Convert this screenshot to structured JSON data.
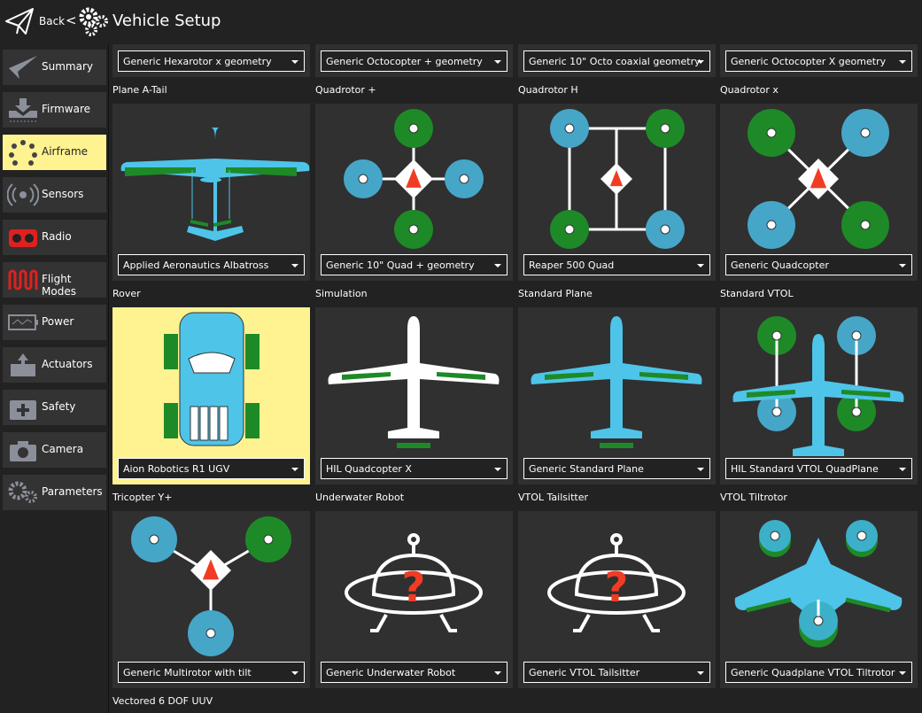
{
  "header": {
    "back_label": "Back",
    "separator": "<",
    "title": "Vehicle Setup"
  },
  "sidebar": {
    "items": [
      {
        "label": "Summary",
        "icon": "paper-plane-icon"
      },
      {
        "label": "Firmware",
        "icon": "download-icon"
      },
      {
        "label": "Airframe",
        "icon": "airframe-icon",
        "selected": true
      },
      {
        "label": "Sensors",
        "icon": "sensors-icon"
      },
      {
        "label": "Radio",
        "icon": "radio-icon"
      },
      {
        "label": "Flight Modes",
        "icon": "flight-modes-icon"
      },
      {
        "label": "Power",
        "icon": "battery-icon"
      },
      {
        "label": "Actuators",
        "icon": "actuators-icon"
      },
      {
        "label": "Safety",
        "icon": "safety-icon"
      },
      {
        "label": "Camera",
        "icon": "camera-icon"
      },
      {
        "label": "Parameters",
        "icon": "gears-icon"
      }
    ]
  },
  "airframes": [
    {
      "name": "",
      "selection": "Generic Hexarotor x geometry",
      "type": "none"
    },
    {
      "name": "",
      "selection": "Generic Octocopter + geometry",
      "type": "none"
    },
    {
      "name": "",
      "selection": "Generic 10\" Octo coaxial geometry",
      "type": "none"
    },
    {
      "name": "",
      "selection": "Generic Octocopter X geometry",
      "type": "none"
    },
    {
      "name": "Plane A-Tail",
      "selection": "Applied Aeronautics Albatross",
      "type": "atail"
    },
    {
      "name": "Quadrotor +",
      "selection": "Generic 10\" Quad + geometry",
      "type": "quadplus"
    },
    {
      "name": "Quadrotor H",
      "selection": "Reaper 500 Quad",
      "type": "quadh"
    },
    {
      "name": "Quadrotor x",
      "selection": "Generic Quadcopter",
      "type": "quadx"
    },
    {
      "name": "Rover",
      "selection": "Aion Robotics R1 UGV",
      "type": "rover",
      "selected": true
    },
    {
      "name": "Simulation",
      "selection": "HIL Quadcopter X",
      "type": "planewhite"
    },
    {
      "name": "Standard Plane",
      "selection": "Generic Standard Plane",
      "type": "plane"
    },
    {
      "name": "Standard VTOL",
      "selection": "HIL Standard VTOL QuadPlane",
      "type": "vtol"
    },
    {
      "name": "Tricopter Y+",
      "selection": "Generic Multirotor with tilt",
      "type": "tri"
    },
    {
      "name": "Underwater Robot",
      "selection": "Generic Underwater Robot",
      "type": "ufo"
    },
    {
      "name": "VTOL Tailsitter",
      "selection": "Generic VTOL Tailsitter",
      "type": "ufo"
    },
    {
      "name": "VTOL Tiltrotor",
      "selection": "Generic Quadplane VTOL Tiltrotor",
      "type": "tilt"
    },
    {
      "name": "Vectored 6 DOF UUV",
      "selection": "",
      "type": "none"
    }
  ],
  "colors": {
    "blue": "#46a6c8",
    "green": "#1e8a27",
    "plane": "#4ec4e8",
    "red": "#f03c24",
    "selected": "#fff291"
  }
}
